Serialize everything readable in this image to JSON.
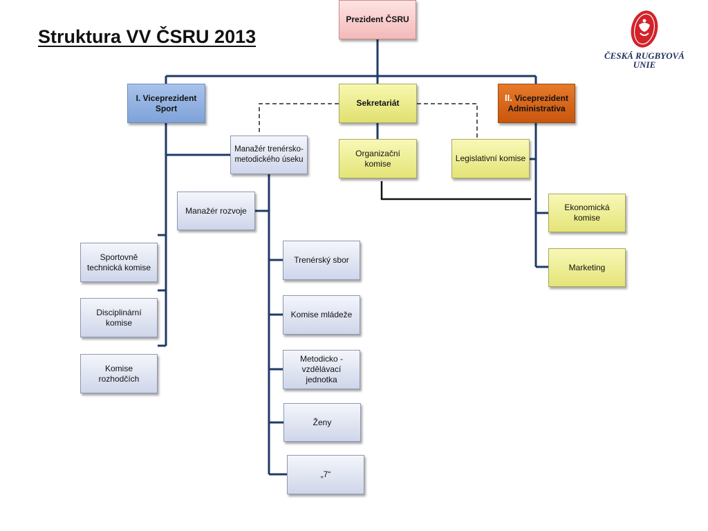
{
  "title": "Struktura VV ČSRU 2013",
  "logo": {
    "line1": "ČESKÁ RUGBYOVÁ",
    "line2": "UNIE",
    "colors": {
      "red": "#d2232a",
      "navy": "#1d2f5e"
    }
  },
  "nodes": {
    "president": "Prezident ČSRU",
    "vp1": "I. Viceprezident Sport",
    "secretariat": "Sekretariát",
    "vp2_numeral": "II.",
    "vp2_title": "Viceprezident Administrativa",
    "coach_manager": "Manažér trenérsko-metodického úseku",
    "org_committee": "Organizační komise",
    "legislative_committee": "Legislativní komise",
    "development_manager": "Manažér rozvoje",
    "economic_committee": "Ekonomická komise",
    "marketing": "Marketing",
    "sports_technical_committee": "Sportovně technická komise",
    "coach_corps": "Trenérský sbor",
    "disciplinary_committee": "Disciplinární komise",
    "youth_committee": "Komise mládeže",
    "referees_committee": "Komise rozhodčích",
    "education_unit": "Metodicko - vzdělávací jednotka",
    "women": "Ženy",
    "sevens": "„7“"
  }
}
